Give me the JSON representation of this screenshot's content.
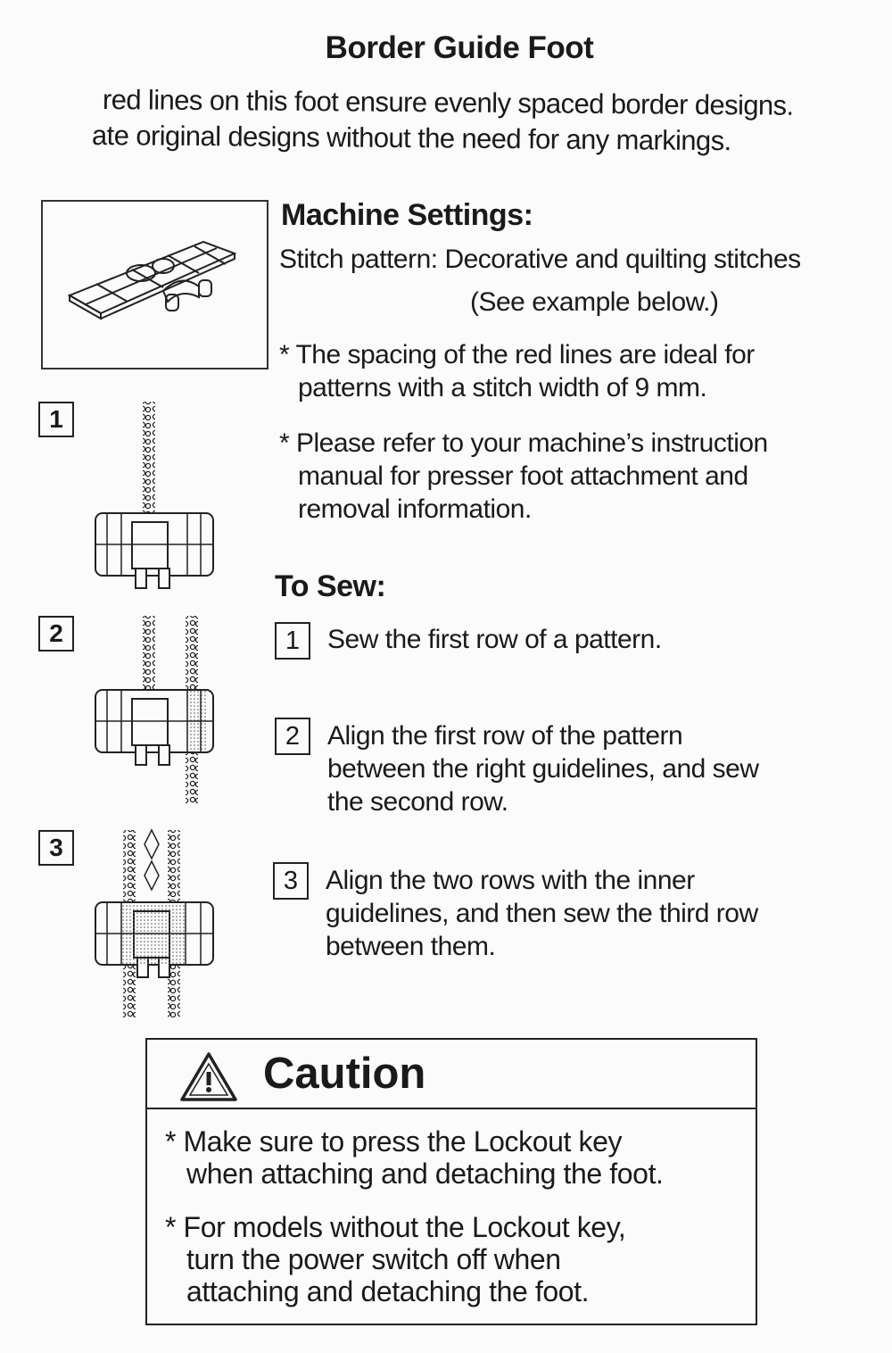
{
  "title": "Border Guide Foot",
  "intro": {
    "line1": "red lines on this foot ensure evenly spaced border designs.",
    "line2": "ate original designs without the need for any markings."
  },
  "machine_settings": {
    "heading": "Machine Settings:",
    "stitch_label": "Stitch pattern:",
    "stitch_value": "Decorative and quilting stitches",
    "example_note": "(See example below.)",
    "notes": [
      {
        "line1": "* The spacing of the red lines are ideal for",
        "line2": "patterns with a stitch width of 9 mm."
      },
      {
        "line1": "* Please refer to your machine’s instruction",
        "line2": "manual for presser foot attachment and",
        "line3": "removal information."
      }
    ]
  },
  "to_sew": {
    "heading": "To Sew:",
    "steps": [
      {
        "number": "1",
        "lines": [
          "Sew the first row of a pattern."
        ]
      },
      {
        "number": "2",
        "lines": [
          "Align the first row of the pattern",
          "between the right guidelines, and sew",
          "the second row."
        ]
      },
      {
        "number": "3",
        "lines": [
          "Align the two rows with the inner",
          "guidelines, and then sew the third row",
          "between them."
        ]
      }
    ]
  },
  "figure_numbers": [
    "1",
    "2",
    "3"
  ],
  "caution": {
    "icon": "warning-triangle-icon",
    "heading": "Caution",
    "items": [
      {
        "line1": "* Make sure to press the Lockout key",
        "line2": "when attaching and detaching the foot."
      },
      {
        "line1": "* For models without the Lockout key,",
        "line2": "turn the power switch off when",
        "line3": "attaching and detaching the foot."
      }
    ]
  }
}
